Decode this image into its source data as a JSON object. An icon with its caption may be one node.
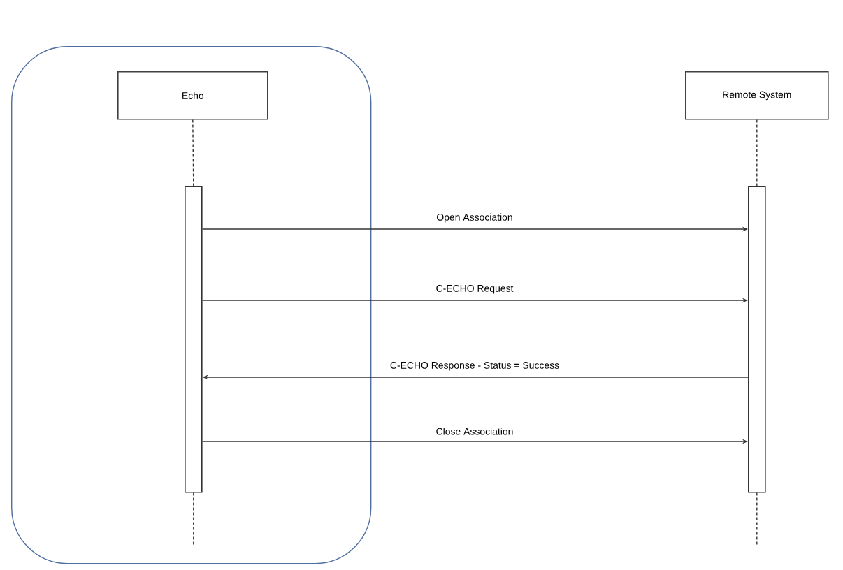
{
  "diagram": {
    "nodes": [
      {
        "text": [],
        "shape": "box"
      },
      {
        "text": [
          "Echo"
        ],
        "in": 0
      },
      {
        "text": [
          "Remote System"
        ]
      },
      {
        "text": [],
        "shape": "bar",
        "in": 0
      },
      {
        "text": [],
        "shape": "bar"
      }
    ],
    "edges": [
      {
        "from": 1,
        "to": 3,
        "arrow": "none",
        "style": "dashed"
      },
      {
        "from": 2,
        "to": 4,
        "arrow": "none",
        "style": "dashed"
      },
      {
        "from": 3,
        "to": 4,
        "arrow": "to",
        "label": "Open Association"
      },
      {
        "from": 3,
        "to": 4,
        "arrow": "to",
        "label": "C-ECHO Request"
      },
      {
        "from": 4,
        "to": 3,
        "arrow": "to",
        "label": "C-ECHO Response - Status = Success"
      },
      {
        "from": 3,
        "to": 4,
        "arrow": "to",
        "label": "Close Association"
      },
      {
        "from": 3,
        "to": null,
        "arrow": "none",
        "style": "dashed"
      },
      {
        "from": 4,
        "to": null,
        "arrow": "none",
        "style": "dashed"
      }
    ]
  }
}
